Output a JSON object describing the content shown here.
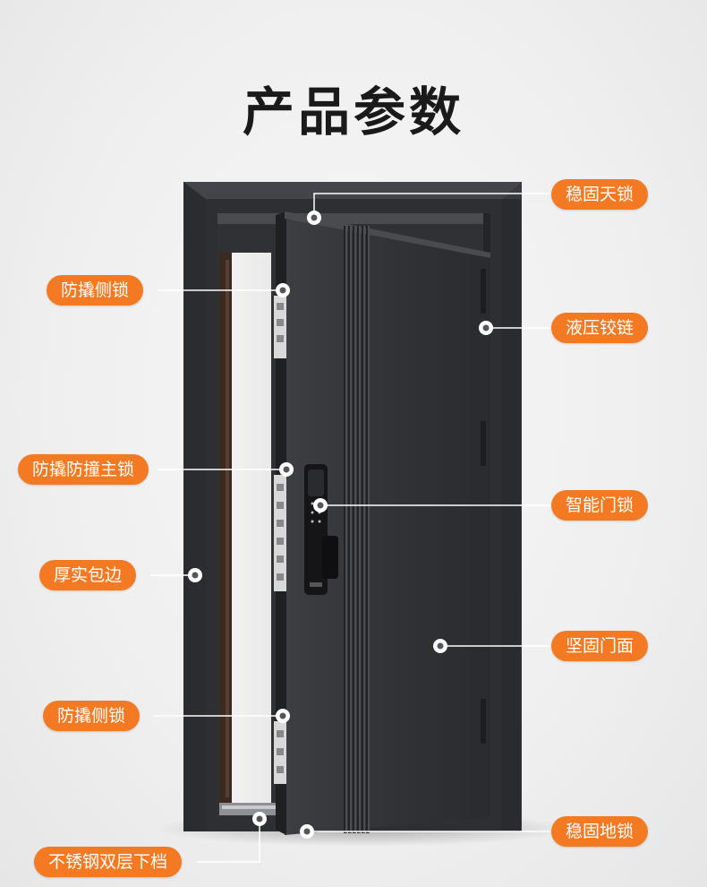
{
  "page": {
    "title": "产品参数"
  },
  "callouts": {
    "top_lock": "稳固天锁",
    "side_lock_upper": "防撬侧锁",
    "hinge": "液压铰链",
    "main_lock": "防撬防撞主锁",
    "smart_lock": "智能门锁",
    "thick_edge": "厚实包边",
    "door_panel": "坚固门面",
    "side_lock_lower": "防撬侧锁",
    "sill": "不锈钢双层下档",
    "ground_lock": "稳固地锁"
  },
  "colors": {
    "accent": "#f37a22",
    "frame": "#2f3033",
    "door": "#36373a",
    "background": "#f0f0f0"
  },
  "icons": {
    "callout_dot": "ring-dot"
  }
}
